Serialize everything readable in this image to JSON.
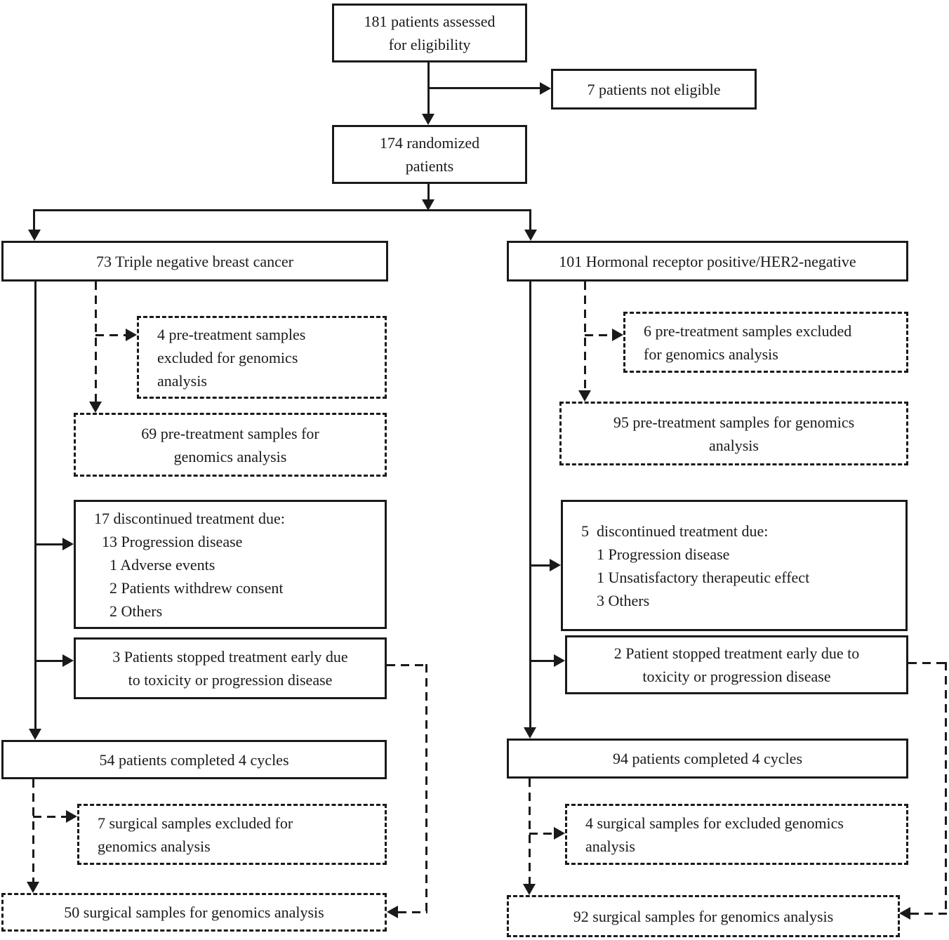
{
  "diagram": {
    "type": "consort-patient-flowchart",
    "colors": {
      "ink": "#1a1a1a",
      "background": "#ffffff"
    },
    "boxes": {
      "assessed": {
        "text": "181 patients assessed\nfor eligibility"
      },
      "not_eligible": {
        "text": "7 patients not eligible"
      },
      "randomized": {
        "text": "174 randomized\npatients"
      },
      "tnbc": {
        "text": "73 Triple negative breast cancer"
      },
      "hr_positive": {
        "text": "101 Hormonal receptor positive/HER2-negative"
      },
      "tnbc_pre_excluded": {
        "text": "4 pre-treatment samples\nexcluded for genomics\nanalysis"
      },
      "tnbc_pre_samples": {
        "text": "69 pre-treatment samples for\ngenomics analysis"
      },
      "tnbc_discontinued": {
        "text": "17 discontinued treatment due:\n  13 Progression disease\n    1 Adverse events\n    2 Patients withdrew consent\n    2 Others"
      },
      "tnbc_stopped_early": {
        "text": "3 Patients stopped treatment early due\nto toxicity or progression disease"
      },
      "tnbc_completed": {
        "text": "54 patients completed 4 cycles"
      },
      "tnbc_surgical_excluded": {
        "text": "7 surgical samples excluded for\ngenomics analysis"
      },
      "tnbc_surgical_samples": {
        "text": "50 surgical samples for genomics analysis"
      },
      "hr_pre_excluded": {
        "text": "6 pre-treatment samples excluded\nfor genomics analysis"
      },
      "hr_pre_samples": {
        "text": "95 pre-treatment samples for genomics\nanalysis"
      },
      "hr_discontinued": {
        "text": "5  discontinued treatment due:\n    1 Progression disease\n    1 Unsatisfactory therapeutic effect\n    3 Others"
      },
      "hr_stopped_early": {
        "text": "2 Patient stopped treatment early due to\ntoxicity or progression disease"
      },
      "hr_completed": {
        "text": "94 patients completed 4 cycles"
      },
      "hr_surgical_excluded": {
        "text": "4 surgical samples for excluded genomics\nanalysis"
      },
      "hr_surgical_samples": {
        "text": "92 surgical samples for genomics analysis"
      }
    }
  }
}
